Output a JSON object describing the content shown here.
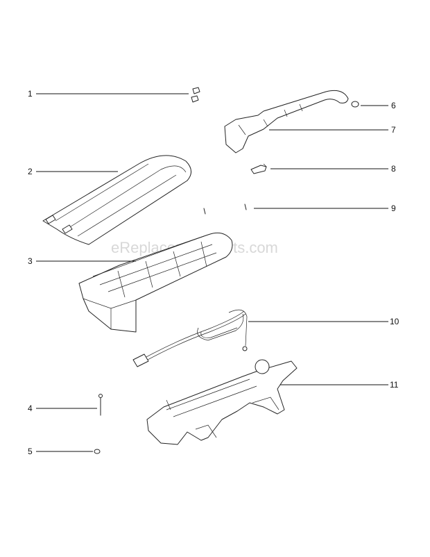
{
  "watermark": "eReplacementParts.com",
  "callouts": [
    {
      "num": "1",
      "side": "left"
    },
    {
      "num": "2",
      "side": "left"
    },
    {
      "num": "3",
      "side": "left"
    },
    {
      "num": "4",
      "side": "left"
    },
    {
      "num": "5",
      "side": "left"
    },
    {
      "num": "6",
      "side": "right"
    },
    {
      "num": "7",
      "side": "right"
    },
    {
      "num": "8",
      "side": "right"
    },
    {
      "num": "9",
      "side": "right"
    },
    {
      "num": "10",
      "side": "right"
    },
    {
      "num": "11",
      "side": "right"
    }
  ]
}
